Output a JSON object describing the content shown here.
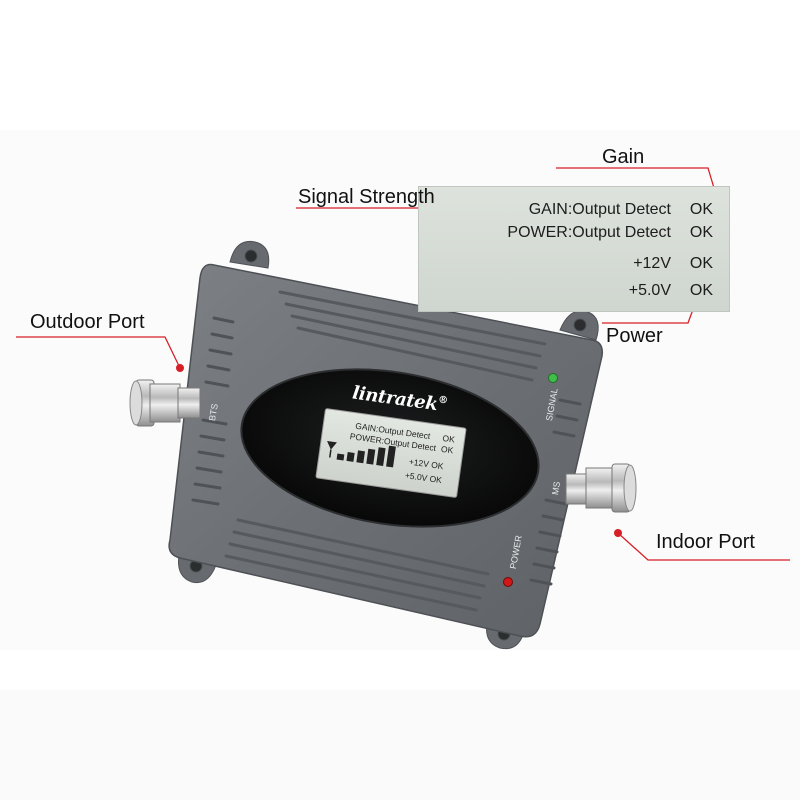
{
  "callouts": {
    "gain": "Gain",
    "signal_strength": "Signal Strength",
    "outdoor_port": "Outdoor Port",
    "power": "Power",
    "indoor_port": "Indoor Port"
  },
  "lcd": {
    "gain_label": "GAIN:Output Detect",
    "gain_status": "OK",
    "power_label": "POWER:Output Detect",
    "power_status": "OK",
    "v12_label": "+12V",
    "v12_status": "OK",
    "v5_label": "+5.0V",
    "v5_status": "OK",
    "signal_level": 6,
    "signal_max": 6
  },
  "device": {
    "brand": "lintratek",
    "registered_mark": "®",
    "signal_led_label": "SIGNAL",
    "power_led_label": "POWER",
    "bts_label": "BTS",
    "ms_label": "MS"
  },
  "colors": {
    "callout_line": "#d61f26",
    "device_body": "#6f7377",
    "lcd_bg": "#d6ddd6",
    "signal_led": "#3fbf4a",
    "power_led": "#d01818"
  }
}
